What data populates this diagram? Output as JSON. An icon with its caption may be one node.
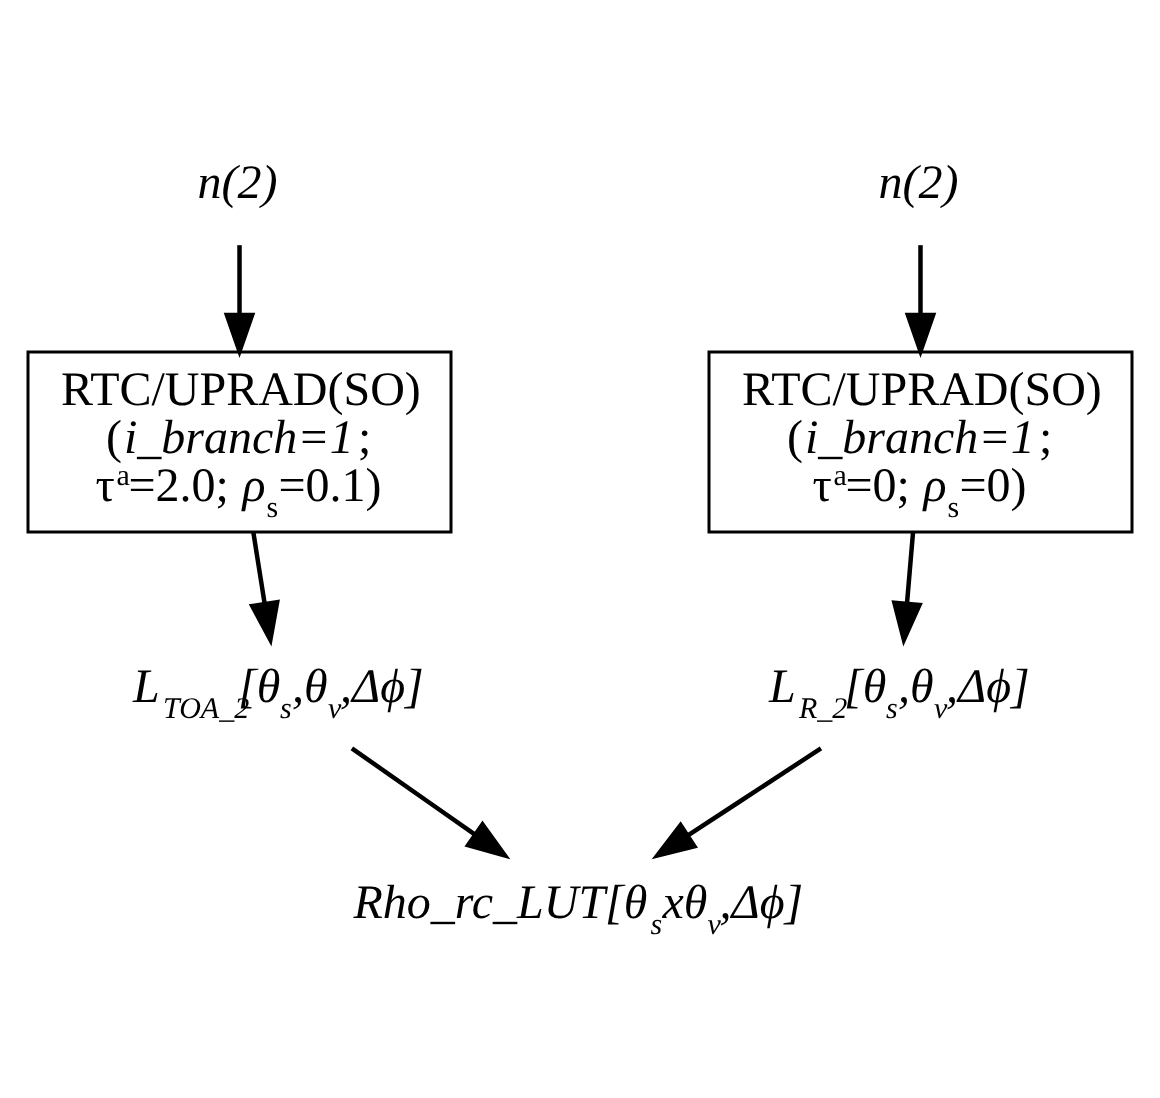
{
  "diagram": {
    "nodes": [
      {
        "text": [
          "n(2)"
        ]
      },
      {
        "text": [
          "n(2)"
        ]
      },
      {
        "text": [
          "RTC/UPRAD(SO) (*i_branch=1*; τ$^{a}$=2.0; *ρ*$_{s}$=0.1)"
        ]
      },
      {
        "text": [
          "RTC/UPRAD(SO) (*i_branch=1*; τ$^{a}$=0; *ρ*$_{s}$=0)"
        ]
      },
      {
        "text": [
          "L$_{TOA_2}$[θ$_{s}$,θ$_{v}$,Δϕ]"
        ]
      },
      {
        "text": [
          "L$_{R_2}$[θ$_{s}$,θ$_{v}$,Δϕ]"
        ]
      },
      {
        "text": [
          "Rho_rc_LUT[θ$_{s}$xθ$_{v}$,Δϕ]"
        ]
      }
    ],
    "edges": [
      {
        "from": 0,
        "to": 2,
        "arrow": "to"
      },
      {
        "from": 1,
        "to": 3,
        "arrow": "to"
      },
      {
        "from": 2,
        "to": 4,
        "arrow": "to"
      },
      {
        "from": 3,
        "to": 5,
        "arrow": "to"
      },
      {
        "from": 4,
        "to": 6,
        "arrow": "to"
      },
      {
        "from": 5,
        "to": 6,
        "arrow": "to"
      }
    ]
  }
}
